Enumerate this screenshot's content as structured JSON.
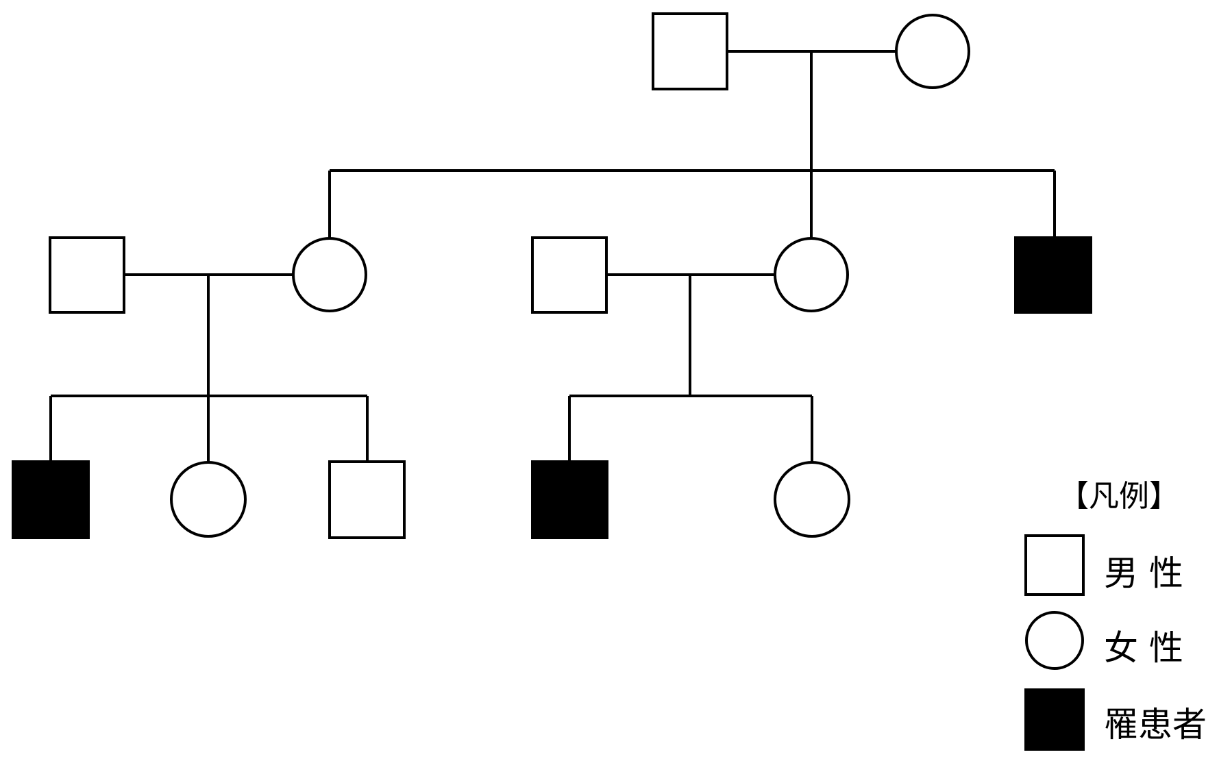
{
  "colors": {
    "line": "#000000",
    "unaffected_fill": "#ffffff",
    "affected_fill": "#000000"
  },
  "legend": {
    "title": "【凡例】",
    "items": [
      {
        "symbol": "square",
        "filled": false,
        "label": "男 性"
      },
      {
        "symbol": "circle",
        "filled": false,
        "label": "女 性"
      },
      {
        "symbol": "square",
        "filled": true,
        "label": "罹患者"
      }
    ]
  },
  "pedigree": {
    "individuals": [
      {
        "id": "I-1",
        "sex": "male",
        "affected": false
      },
      {
        "id": "I-2",
        "sex": "female",
        "affected": false
      },
      {
        "id": "II-1",
        "sex": "male",
        "affected": false
      },
      {
        "id": "II-2",
        "sex": "female",
        "affected": false
      },
      {
        "id": "II-3",
        "sex": "male",
        "affected": false
      },
      {
        "id": "II-4",
        "sex": "female",
        "affected": false
      },
      {
        "id": "II-5",
        "sex": "male",
        "affected": true
      },
      {
        "id": "III-1",
        "sex": "male",
        "affected": true
      },
      {
        "id": "III-2",
        "sex": "female",
        "affected": false
      },
      {
        "id": "III-3",
        "sex": "male",
        "affected": false
      },
      {
        "id": "III-4",
        "sex": "male",
        "affected": true
      },
      {
        "id": "III-5",
        "sex": "female",
        "affected": false
      }
    ]
  }
}
